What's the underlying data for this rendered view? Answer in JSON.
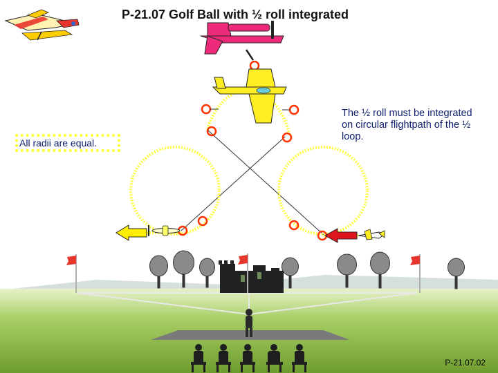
{
  "figure": {
    "code": "P-21.07",
    "title": "P-21.07 Golf Ball with ½ roll integrated",
    "radii_note": "All radii are equal.",
    "roll_note": "The ½ roll must be integrated on circular flightpath of the ½ loop.",
    "reference": "P-21.07.02"
  },
  "colors": {
    "loop_path": "#ffff44",
    "cross_lines": "#333333",
    "roll_markers": "#ff3300",
    "entry_arrow": "#e0141e",
    "exit_arrow": "#ffee00",
    "pink_plane": "#ee2a7b",
    "yellow_plane": "#ffee22",
    "sky_text": "#0b1e6e",
    "grass": "#8bc34a",
    "flag": "#e8362c"
  },
  "icons": [
    "aircraft-icon",
    "flag-icon",
    "tree-icon",
    "castle-icon",
    "pilot-icon",
    "judge-icon",
    "arrow-icon",
    "roll-marker-icon"
  ]
}
